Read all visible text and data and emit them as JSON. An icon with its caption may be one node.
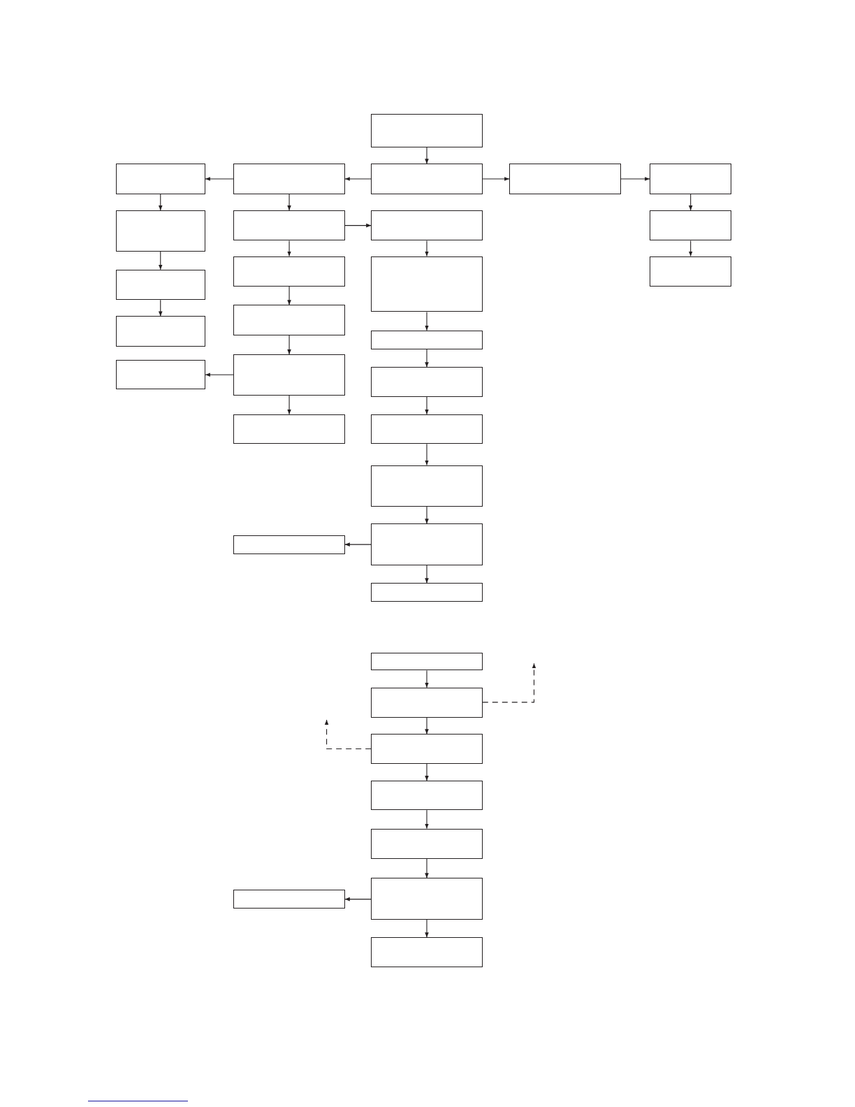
{
  "diagram": {
    "nodes": [
      {
        "text": [],
        "shape": "box"
      },
      {
        "text": [],
        "shape": "box"
      },
      {
        "text": [],
        "shape": "box"
      },
      {
        "text": [],
        "shape": "box"
      },
      {
        "text": [],
        "shape": "box"
      },
      {
        "text": [],
        "shape": "box"
      },
      {
        "text": [],
        "shape": "box"
      },
      {
        "text": [],
        "shape": "box"
      },
      {
        "text": [],
        "shape": "box"
      },
      {
        "text": [],
        "shape": "box"
      },
      {
        "text": [],
        "shape": "box"
      },
      {
        "text": [],
        "shape": "box"
      },
      {
        "text": [],
        "shape": "box"
      },
      {
        "text": [],
        "shape": "box"
      },
      {
        "text": [],
        "shape": "box"
      },
      {
        "text": [],
        "shape": "box"
      },
      {
        "text": [],
        "shape": "box"
      },
      {
        "text": [],
        "shape": "box"
      },
      {
        "text": [],
        "shape": "box"
      },
      {
        "text": [],
        "shape": "box"
      },
      {
        "text": [],
        "shape": "box"
      },
      {
        "text": [],
        "shape": "box"
      },
      {
        "text": [],
        "shape": "box"
      },
      {
        "text": [],
        "shape": "box"
      },
      {
        "text": [],
        "shape": "box"
      },
      {
        "text": [],
        "shape": "box"
      },
      {
        "text": [],
        "shape": "box"
      },
      {
        "text": [],
        "shape": "box"
      },
      {
        "text": [],
        "shape": "box"
      },
      {
        "text": [],
        "shape": "box"
      },
      {
        "text": [],
        "shape": "box"
      },
      {
        "text": [],
        "shape": "box"
      },
      {
        "text": [],
        "shape": "box"
      },
      {
        "text": [],
        "shape": "box"
      }
    ],
    "edges": [
      {
        "from": 0,
        "to": 3,
        "arrow": "to"
      },
      {
        "from": 3,
        "to": 2,
        "arrow": "to"
      },
      {
        "from": 2,
        "to": 1,
        "arrow": "to"
      },
      {
        "from": 3,
        "to": 4,
        "arrow": "to"
      },
      {
        "from": 4,
        "to": 5,
        "arrow": "to"
      },
      {
        "from": 1,
        "to": 6,
        "arrow": "to"
      },
      {
        "from": 6,
        "to": 13,
        "arrow": "to"
      },
      {
        "from": 13,
        "to": 15,
        "arrow": "to"
      },
      {
        "from": 2,
        "to": 7,
        "arrow": "to"
      },
      {
        "from": 7,
        "to": 8,
        "arrow": "to"
      },
      {
        "from": 7,
        "to": 10,
        "arrow": "to"
      },
      {
        "from": 10,
        "to": 14,
        "arrow": "to"
      },
      {
        "from": 14,
        "to": 17,
        "arrow": "to"
      },
      {
        "from": 17,
        "to": 18,
        "arrow": "to"
      },
      {
        "from": 17,
        "to": 20,
        "arrow": "to"
      },
      {
        "from": 5,
        "to": 9,
        "arrow": "to"
      },
      {
        "from": 9,
        "to": 12,
        "arrow": "to"
      },
      {
        "from": 8,
        "to": 11,
        "arrow": "to"
      },
      {
        "from": 11,
        "to": 16,
        "arrow": "to"
      },
      {
        "from": 16,
        "to": 19,
        "arrow": "to"
      },
      {
        "from": 19,
        "to": 21,
        "arrow": "to"
      },
      {
        "from": 21,
        "to": 22,
        "arrow": "to"
      },
      {
        "from": 22,
        "to": 23,
        "arrow": "to"
      },
      {
        "from": 23,
        "to": 24,
        "arrow": "to"
      },
      {
        "from": 23,
        "to": 25,
        "arrow": "to"
      },
      {
        "from": 26,
        "to": 27,
        "arrow": "to"
      },
      {
        "from": 27,
        "to": null,
        "arrow": "to",
        "style": "dashed"
      },
      {
        "from": 27,
        "to": 28,
        "arrow": "to"
      },
      {
        "from": 28,
        "to": null,
        "arrow": "to",
        "style": "dashed"
      },
      {
        "from": 28,
        "to": 29,
        "arrow": "to"
      },
      {
        "from": 29,
        "to": 30,
        "arrow": "to"
      },
      {
        "from": 30,
        "to": 31,
        "arrow": "to"
      },
      {
        "from": 31,
        "to": 32,
        "arrow": "to"
      },
      {
        "from": 31,
        "to": 33,
        "arrow": "to"
      }
    ]
  }
}
